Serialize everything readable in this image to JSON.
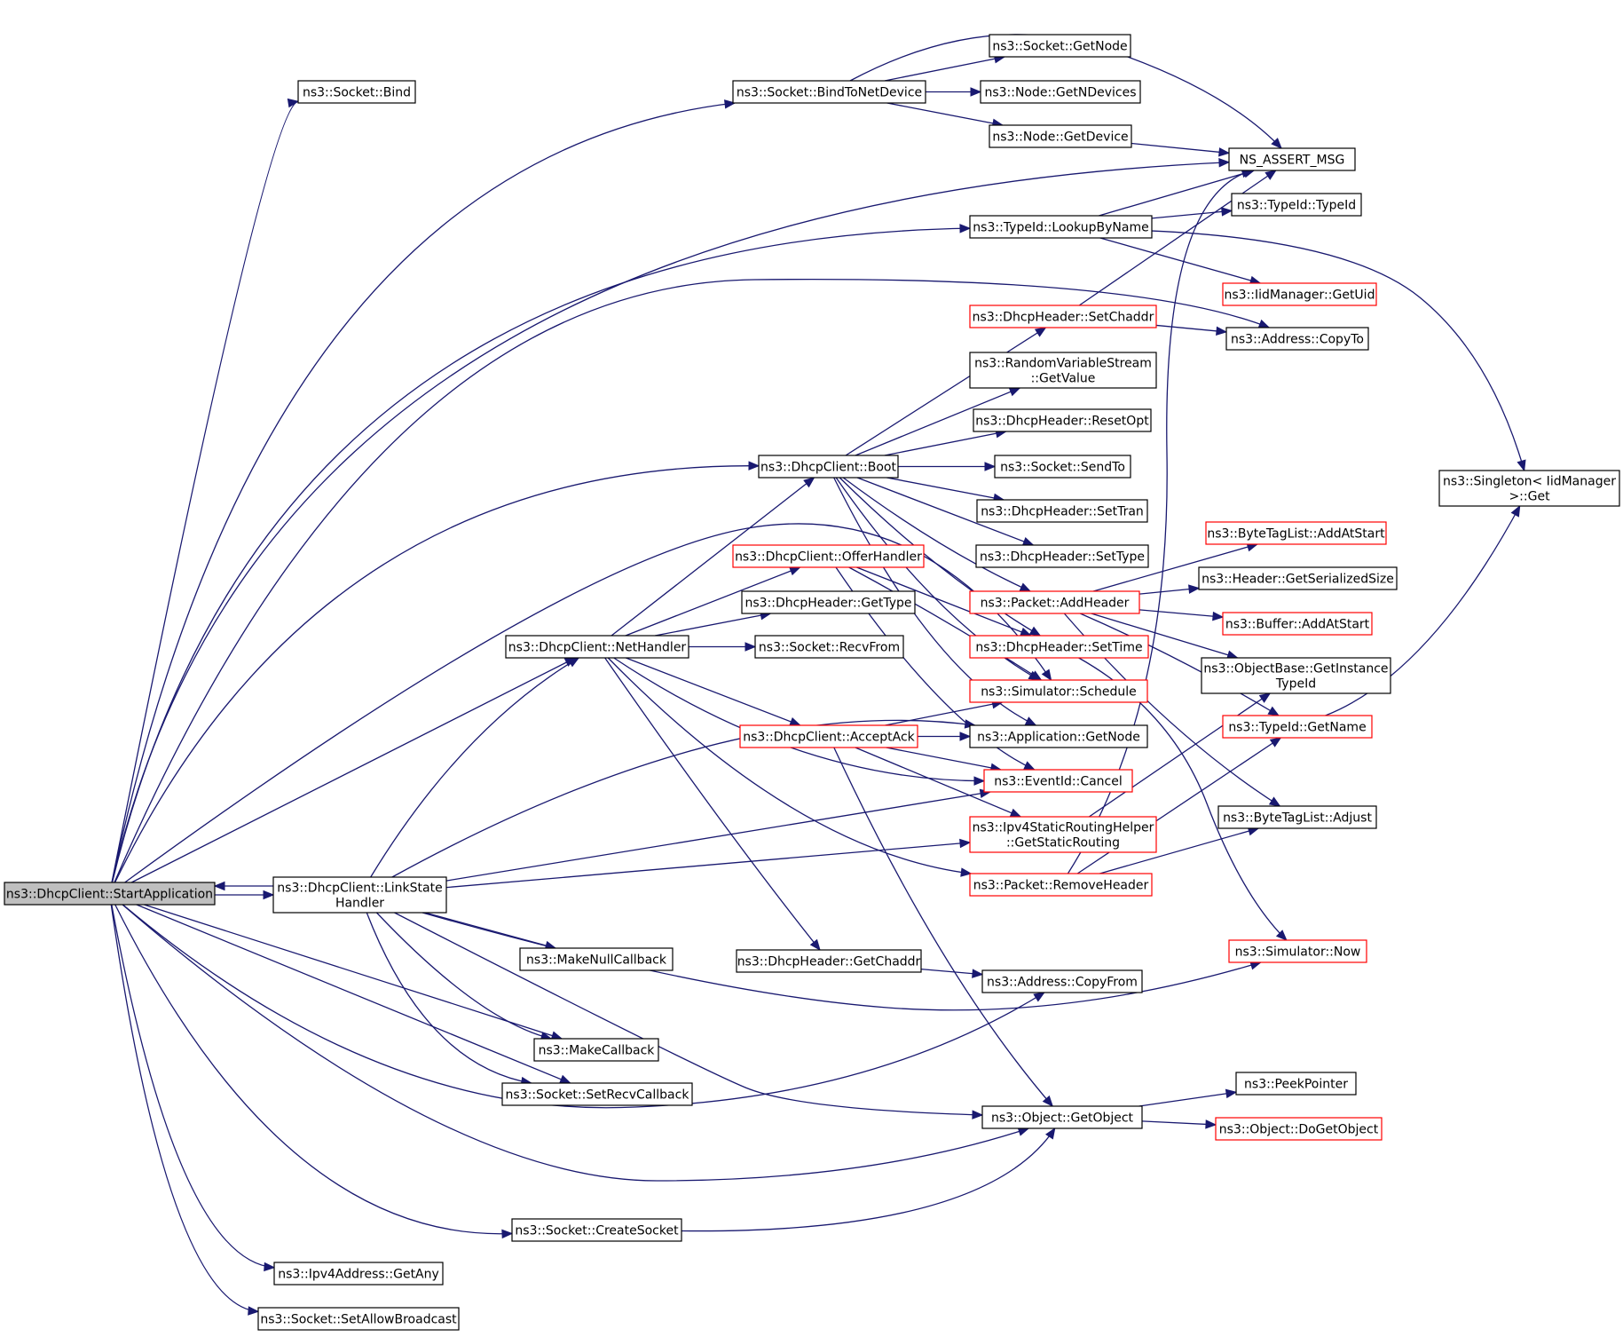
{
  "nodes": {
    "start": {
      "lines": [
        "ns3::DhcpClient::StartApplication"
      ],
      "status": "root"
    },
    "bind": {
      "lines": [
        "ns3::Socket::Bind"
      ],
      "status": "normal"
    },
    "bindToNetDevice": {
      "lines": [
        "ns3::Socket::BindToNetDevice"
      ],
      "status": "normal"
    },
    "socketGetNode": {
      "lines": [
        "ns3::Socket::GetNode"
      ],
      "status": "normal"
    },
    "nodeGetNDevices": {
      "lines": [
        "ns3::Node::GetNDevices"
      ],
      "status": "normal"
    },
    "nodeGetDevice": {
      "lines": [
        "ns3::Node::GetDevice"
      ],
      "status": "normal"
    },
    "assertMsg": {
      "lines": [
        "NS_ASSERT_MSG"
      ],
      "status": "normal"
    },
    "typeIdTypeId": {
      "lines": [
        "ns3::TypeId::TypeId"
      ],
      "status": "normal"
    },
    "lookupByName": {
      "lines": [
        "ns3::TypeId::LookupByName"
      ],
      "status": "normal"
    },
    "iidGetUid": {
      "lines": [
        "ns3::IidManager::GetUid"
      ],
      "status": "missing"
    },
    "setChaddr": {
      "lines": [
        "ns3::DhcpHeader::SetChaddr"
      ],
      "status": "missing"
    },
    "addrCopyTo": {
      "lines": [
        "ns3::Address::CopyTo"
      ],
      "status": "normal"
    },
    "rvsGetValue": {
      "lines": [
        "ns3::RandomVariableStream",
        "::GetValue"
      ],
      "status": "normal"
    },
    "resetOpt": {
      "lines": [
        "ns3::DhcpHeader::ResetOpt"
      ],
      "status": "normal"
    },
    "boot": {
      "lines": [
        "ns3::DhcpClient::Boot"
      ],
      "status": "normal"
    },
    "sendTo": {
      "lines": [
        "ns3::Socket::SendTo"
      ],
      "status": "normal"
    },
    "singletonGet": {
      "lines": [
        "ns3::Singleton< IidManager",
        " >::Get"
      ],
      "status": "normal"
    },
    "setTran": {
      "lines": [
        "ns3::DhcpHeader::SetTran"
      ],
      "status": "normal"
    },
    "byteTagAddAtStart": {
      "lines": [
        "ns3::ByteTagList::AddAtStart"
      ],
      "status": "missing"
    },
    "offerHandler": {
      "lines": [
        "ns3::DhcpClient::OfferHandler"
      ],
      "status": "missing"
    },
    "setType": {
      "lines": [
        "ns3::DhcpHeader::SetType"
      ],
      "status": "normal"
    },
    "headerGetSerializedSize": {
      "lines": [
        "ns3::Header::GetSerializedSize"
      ],
      "status": "normal"
    },
    "getType": {
      "lines": [
        "ns3::DhcpHeader::GetType"
      ],
      "status": "normal"
    },
    "addHeader": {
      "lines": [
        "ns3::Packet::AddHeader"
      ],
      "status": "missing"
    },
    "bufferAddAtStart": {
      "lines": [
        "ns3::Buffer::AddAtStart"
      ],
      "status": "missing"
    },
    "netHandler": {
      "lines": [
        "ns3::DhcpClient::NetHandler"
      ],
      "status": "normal"
    },
    "recvFrom": {
      "lines": [
        "ns3::Socket::RecvFrom"
      ],
      "status": "normal"
    },
    "setTime": {
      "lines": [
        "ns3::DhcpHeader::SetTime"
      ],
      "status": "missing"
    },
    "getInstanceTypeId": {
      "lines": [
        "ns3::ObjectBase::GetInstance",
        "TypeId"
      ],
      "status": "normal"
    },
    "schedule": {
      "lines": [
        "ns3::Simulator::Schedule"
      ],
      "status": "missing"
    },
    "typeIdGetName": {
      "lines": [
        "ns3::TypeId::GetName"
      ],
      "status": "missing"
    },
    "acceptAck": {
      "lines": [
        "ns3::DhcpClient::AcceptAck"
      ],
      "status": "missing"
    },
    "appGetNode": {
      "lines": [
        "ns3::Application::GetNode"
      ],
      "status": "normal"
    },
    "eventCancel": {
      "lines": [
        "ns3::EventId::Cancel"
      ],
      "status": "missing"
    },
    "byteTagAdjust": {
      "lines": [
        "ns3::ByteTagList::Adjust"
      ],
      "status": "normal"
    },
    "getStaticRouting": {
      "lines": [
        "ns3::Ipv4StaticRoutingHelper",
        "::GetStaticRouting"
      ],
      "status": "missing"
    },
    "linkStateHandler": {
      "lines": [
        "ns3::DhcpClient::LinkState",
        "Handler"
      ],
      "status": "normal"
    },
    "removeHeader": {
      "lines": [
        "ns3::Packet::RemoveHeader"
      ],
      "status": "missing"
    },
    "simNow": {
      "lines": [
        "ns3::Simulator::Now"
      ],
      "status": "missing"
    },
    "makeNullCallback": {
      "lines": [
        "ns3::MakeNullCallback"
      ],
      "status": "normal"
    },
    "getChaddr": {
      "lines": [
        "ns3::DhcpHeader::GetChaddr"
      ],
      "status": "normal"
    },
    "addrCopyFrom": {
      "lines": [
        "ns3::Address::CopyFrom"
      ],
      "status": "normal"
    },
    "makeCallback": {
      "lines": [
        "ns3::MakeCallback"
      ],
      "status": "normal"
    },
    "peekPointer": {
      "lines": [
        "ns3::PeekPointer"
      ],
      "status": "normal"
    },
    "setRecvCallback": {
      "lines": [
        "ns3::Socket::SetRecvCallback"
      ],
      "status": "normal"
    },
    "getObject": {
      "lines": [
        "ns3::Object::GetObject"
      ],
      "status": "normal"
    },
    "doGetObject": {
      "lines": [
        "ns3::Object::DoGetObject"
      ],
      "status": "missing"
    },
    "createSocket": {
      "lines": [
        "ns3::Socket::CreateSocket"
      ],
      "status": "normal"
    },
    "ipv4GetAny": {
      "lines": [
        "ns3::Ipv4Address::GetAny"
      ],
      "status": "normal"
    },
    "setAllowBroadcast": {
      "lines": [
        "ns3::Socket::SetAllowBroadcast"
      ],
      "status": "normal"
    }
  },
  "edges": [
    [
      "start",
      "bind"
    ],
    [
      "start",
      "bindToNetDevice"
    ],
    [
      "start",
      "assertMsg"
    ],
    [
      "start",
      "lookupByName"
    ],
    [
      "start",
      "addrCopyTo"
    ],
    [
      "start",
      "boot"
    ],
    [
      "start",
      "schedule"
    ],
    [
      "start",
      "netHandler"
    ],
    [
      "start",
      "linkStateHandler"
    ],
    [
      "start",
      "makeCallback"
    ],
    [
      "start",
      "setRecvCallback"
    ],
    [
      "start",
      "addrCopyFrom"
    ],
    [
      "start",
      "getObject"
    ],
    [
      "start",
      "createSocket"
    ],
    [
      "start",
      "ipv4GetAny"
    ],
    [
      "start",
      "setAllowBroadcast"
    ],
    [
      "bindToNetDevice",
      "socketGetNode"
    ],
    [
      "bindToNetDevice",
      "nodeGetNDevices"
    ],
    [
      "bindToNetDevice",
      "nodeGetDevice"
    ],
    [
      "bindToNetDevice",
      "assertMsg"
    ],
    [
      "nodeGetDevice",
      "assertMsg"
    ],
    [
      "lookupByName",
      "assertMsg"
    ],
    [
      "lookupByName",
      "typeIdTypeId"
    ],
    [
      "lookupByName",
      "iidGetUid"
    ],
    [
      "lookupByName",
      "singletonGet"
    ],
    [
      "setChaddr",
      "assertMsg"
    ],
    [
      "setChaddr",
      "addrCopyTo"
    ],
    [
      "boot",
      "setChaddr"
    ],
    [
      "boot",
      "rvsGetValue"
    ],
    [
      "boot",
      "resetOpt"
    ],
    [
      "boot",
      "sendTo"
    ],
    [
      "boot",
      "setTran"
    ],
    [
      "boot",
      "setType"
    ],
    [
      "boot",
      "addHeader"
    ],
    [
      "boot",
      "setTime"
    ],
    [
      "boot",
      "schedule"
    ],
    [
      "boot",
      "appGetNode"
    ],
    [
      "addHeader",
      "byteTagAddAtStart"
    ],
    [
      "addHeader",
      "headerGetSerializedSize"
    ],
    [
      "addHeader",
      "bufferAddAtStart"
    ],
    [
      "addHeader",
      "getInstanceTypeId"
    ],
    [
      "addHeader",
      "typeIdGetName"
    ],
    [
      "addHeader",
      "byteTagAdjust"
    ],
    [
      "typeIdGetName",
      "singletonGet"
    ],
    [
      "netHandler",
      "boot"
    ],
    [
      "netHandler",
      "offerHandler"
    ],
    [
      "netHandler",
      "getType"
    ],
    [
      "netHandler",
      "recvFrom"
    ],
    [
      "netHandler",
      "acceptAck"
    ],
    [
      "netHandler",
      "eventCancel"
    ],
    [
      "netHandler",
      "getChaddr"
    ],
    [
      "netHandler",
      "removeHeader"
    ],
    [
      "offerHandler",
      "setTime"
    ],
    [
      "offerHandler",
      "schedule"
    ],
    [
      "offerHandler",
      "eventCancel"
    ],
    [
      "setTime",
      "simNow"
    ],
    [
      "acceptAck",
      "schedule"
    ],
    [
      "acceptAck",
      "appGetNode"
    ],
    [
      "acceptAck",
      "eventCancel"
    ],
    [
      "acceptAck",
      "getStaticRouting"
    ],
    [
      "acceptAck",
      "getObject"
    ],
    [
      "getStaticRouting",
      "getInstanceTypeId"
    ],
    [
      "removeHeader",
      "typeIdGetName"
    ],
    [
      "removeHeader",
      "byteTagAdjust"
    ],
    [
      "removeHeader",
      "assertMsg"
    ],
    [
      "linkStateHandler",
      "start"
    ],
    [
      "linkStateHandler",
      "netHandler"
    ],
    [
      "linkStateHandler",
      "appGetNode"
    ],
    [
      "linkStateHandler",
      "eventCancel"
    ],
    [
      "linkStateHandler",
      "getStaticRouting"
    ],
    [
      "linkStateHandler",
      "simNow"
    ],
    [
      "linkStateHandler",
      "makeNullCallback"
    ],
    [
      "linkStateHandler",
      "makeCallback"
    ],
    [
      "linkStateHandler",
      "setRecvCallback"
    ],
    [
      "linkStateHandler",
      "getObject"
    ],
    [
      "getChaddr",
      "addrCopyFrom"
    ],
    [
      "getObject",
      "peekPointer"
    ],
    [
      "getObject",
      "doGetObject"
    ],
    [
      "createSocket",
      "getObject"
    ]
  ]
}
